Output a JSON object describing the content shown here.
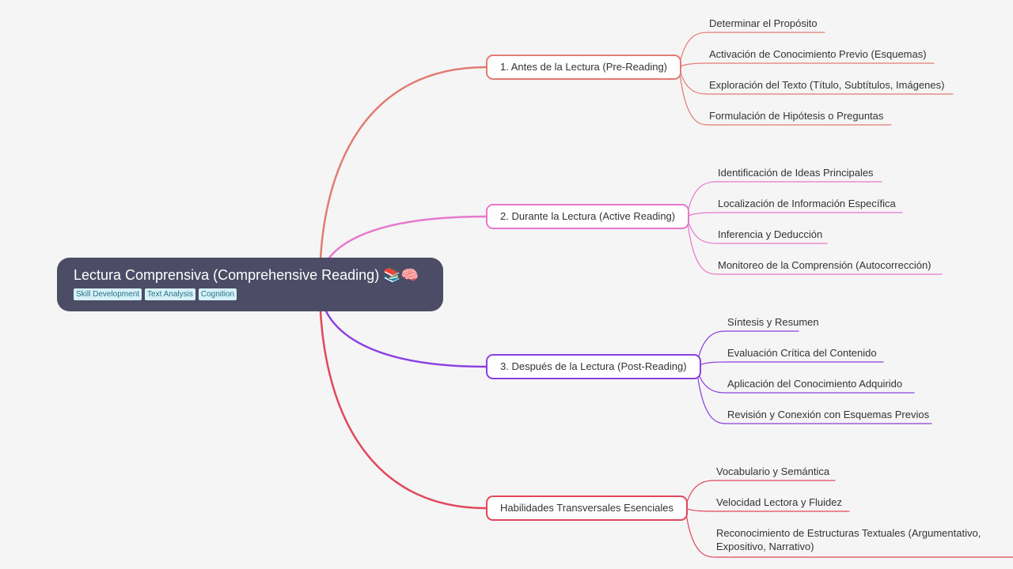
{
  "root": {
    "title": "Lectura Comprensiva (Comprehensive Reading)",
    "icons": "📚🧠",
    "icon_names": [
      "books-icon",
      "brain-icon"
    ],
    "tags": [
      "Skill Development",
      "Text Analysis",
      "Cognition"
    ]
  },
  "colors": {
    "background": "#f5f5f5",
    "root_fill": "#4c4c66",
    "tag_fill": "#d6f2f8",
    "tag_text": "#2a6f86",
    "text": "#333333"
  },
  "branches": [
    {
      "label": "1. Antes de la Lectura (Pre-Reading)",
      "color": "#e07c73",
      "children": [
        "Determinar el Propósito",
        "Activación de Conocimiento Previo (Esquemas)",
        "Exploración del Texto (Título, Subtítulos, Imágenes)",
        "Formulación de Hipótesis o Preguntas"
      ]
    },
    {
      "label": "2. Durante la Lectura (Active Reading)",
      "color": "#e778cc",
      "children": [
        "Identificación de Ideas Principales",
        "Localización de Información Específica",
        "Inferencia y Deducción",
        "Monitoreo de la Comprensión (Autocorrección)"
      ]
    },
    {
      "label": "3. Después de la Lectura (Post-Reading)",
      "color": "#8c3fe0",
      "children": [
        "Síntesis y Resumen",
        "Evaluación Crítica del Contenido",
        "Aplicación del Conocimiento Adquirido",
        "Revisión y Conexión con Esquemas Previos"
      ]
    },
    {
      "label": "Habilidades Transversales Esenciales",
      "color": "#e2475a",
      "children": [
        "Vocabulario y Semántica",
        "Velocidad Lectora y Fluidez",
        "Reconocimiento de Estructuras Textuales (Argumentativo, Expositivo, Narrativo)"
      ]
    }
  ]
}
